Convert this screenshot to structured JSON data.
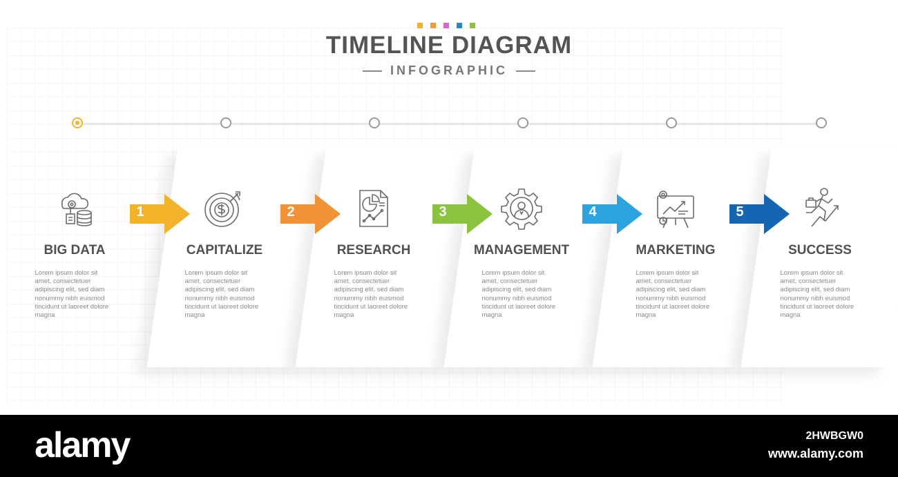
{
  "header": {
    "title": "TIMELINE DIAGRAM",
    "subtitle": "INFOGRAPHIC",
    "palette": [
      "#f2b32a",
      "#f39c3a",
      "#d96ac3",
      "#2e86c9",
      "#8ac43f"
    ]
  },
  "steps": [
    {
      "label": "BIG DATA",
      "icon": "big-data-icon",
      "desc": "Lorem ipsum dolor sit amet, consectetuer adipiscing elit, sed diam nonummy nibh euismod tincidunt ut laoreet dolore magna"
    },
    {
      "label": "CAPITALIZE",
      "icon": "dollar-target-icon",
      "desc": "Lorem ipsum dolor sit amet, consectetuer adipiscing elit, sed diam nonummy nibh euismod tincidunt ut laoreet dolore magna"
    },
    {
      "label": "RESEARCH",
      "icon": "report-chart-icon",
      "desc": "Lorem ipsum dolor sit amet, consectetuer adipiscing elit, sed diam nonummy nibh euismod tincidunt ut laoreet dolore magna"
    },
    {
      "label": "MANAGEMENT",
      "icon": "gear-person-icon",
      "desc": "Lorem ipsum dolor sit amet, consectetuer adipiscing elit, sed diam nonummy nibh euismod tincidunt ut laoreet dolore magna"
    },
    {
      "label": "MARKETING",
      "icon": "presentation-board-icon",
      "desc": "Lorem ipsum dolor sit amet, consectetuer adipiscing elit, sed diam nonummy nibh euismod tincidunt ut laoreet dolore magna"
    },
    {
      "label": "SUCCESS",
      "icon": "running-businessman-icon",
      "desc": "Lorem ipsum dolor sit amet, consectetuer adipiscing elit, sed diam nonummy nibh euismod tincidunt ut laoreet dolore magna"
    }
  ],
  "arrows": [
    {
      "num": "1",
      "color": "#f2b32a"
    },
    {
      "num": "2",
      "color": "#f39234"
    },
    {
      "num": "3",
      "color": "#8ac43f"
    },
    {
      "num": "4",
      "color": "#2ba3e0"
    },
    {
      "num": "5",
      "color": "#1466b2"
    }
  ],
  "timeline": {
    "active_index": 0,
    "active_color": "#f2b32a"
  },
  "watermark": {
    "brand": "alamy",
    "image_code": "2HWBGW0",
    "site": "www.alamy.com"
  }
}
